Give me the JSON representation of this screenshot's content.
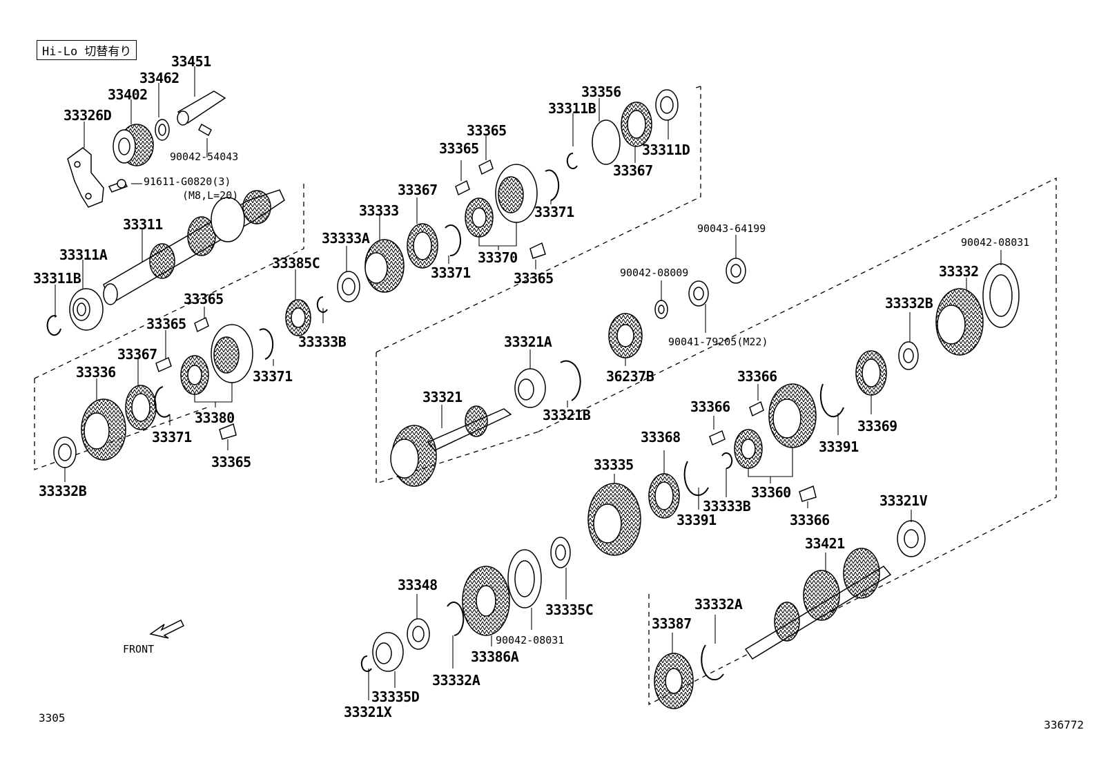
{
  "badge": "Hi-Lo 切替有り",
  "front_label": "FRONT",
  "corner_left": "3305",
  "corner_right": "336772",
  "labels": {
    "p33451": "33451",
    "p33462": "33462",
    "p33402": "33402",
    "p33326D": "33326D",
    "p90042_54043": "90042-54043",
    "p91611": "91611-G0820(3)",
    "p91611_note": "(M8,L=20)",
    "p33311": "33311",
    "p33311A": "33311A",
    "p33311B_a": "33311B",
    "p33385C": "33385C",
    "p33333B_a": "33333B",
    "p33333A": "33333A",
    "p33333": "33333",
    "p33367_a": "33367",
    "p33365_a": "33365",
    "p33365_b": "33365",
    "p33371_a": "33371",
    "p33370": "33370",
    "p33365_c": "33365",
    "p33371_b": "33371",
    "p33356": "33356",
    "p33311B_b": "33311B",
    "p33311D": "33311D",
    "p33367_b": "33367",
    "p33365_d": "33365",
    "p33365_e": "33365",
    "p33367_c": "33367",
    "p33336": "33336",
    "p33371_c": "33371",
    "p33380": "33380",
    "p33371_d": "33371",
    "p33365_f": "33365",
    "p33332B_a": "33332B",
    "p90043": "90043-64199",
    "p90042_08009": "90042-08009",
    "p90041": "90041-79205(M22)",
    "p36237B": "36237B",
    "p33321A": "33321A",
    "p33321": "33321",
    "p33321B": "33321B",
    "p90042_08031_a": "90042-08031",
    "p33332": "33332",
    "p33332B_b": "33332B",
    "p33366_a": "33366",
    "p33366_b": "33366",
    "p33369": "33369",
    "p33391_a": "33391",
    "p33368": "33368",
    "p33335": "33335",
    "p33391_b": "33391",
    "p33333B_b": "33333B",
    "p33360": "33360",
    "p33366_c": "33366",
    "p33321V": "33321V",
    "p33421": "33421",
    "p33348": "33348",
    "p33335C": "33335C",
    "p90042_08031_b": "90042-08031",
    "p33386A": "33386A",
    "p33332A_a": "33332A",
    "p33335D": "33335D",
    "p33321X": "33321X",
    "p33387": "33387",
    "p33332A_b": "33332A"
  }
}
